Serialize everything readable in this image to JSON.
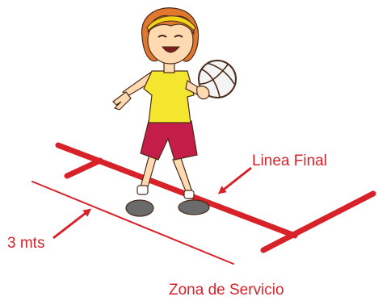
{
  "colors": {
    "court_line": "#d8222a",
    "label_text": "#d8222a",
    "measure_line": "#d8222a",
    "hair": "#e0782f",
    "skin": "#ffd9b0",
    "shirt": "#f4e62e",
    "shorts": "#c41e48",
    "sock": "#ffffff",
    "shoe": "#6b6b6b",
    "headband": "#f3d21a",
    "ball": "#f4f4f4",
    "outline": "#4a2a1a"
  },
  "labels": {
    "linea_final": "Linea Final",
    "distance": "3 mts",
    "zona_servicio": "Zona de Servicio"
  },
  "icons": {
    "player": "girl-with-volleyball-icon",
    "ball": "volleyball-icon"
  }
}
